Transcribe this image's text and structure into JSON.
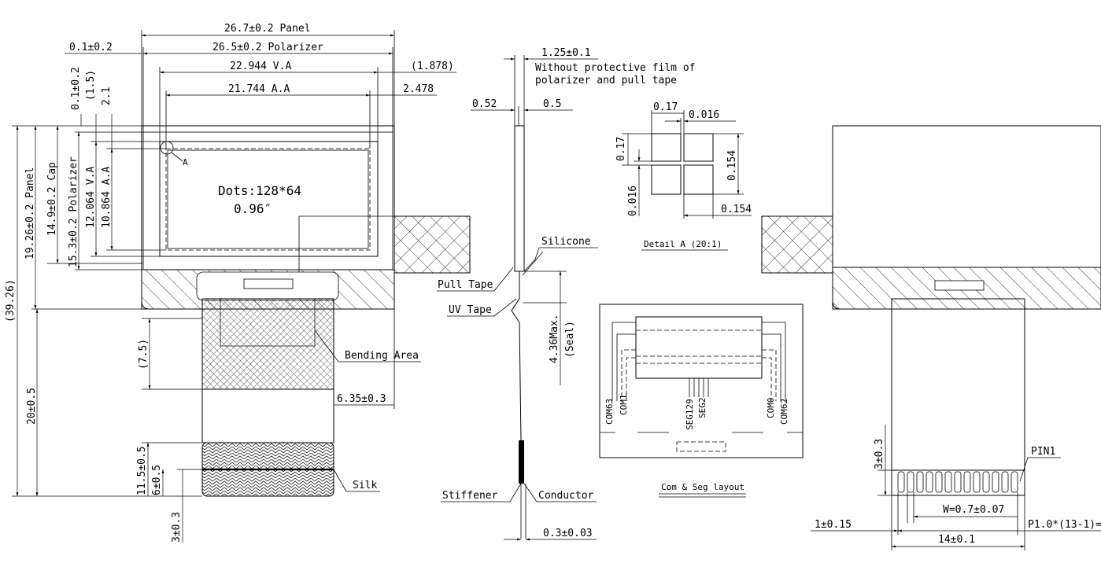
{
  "front_view": {
    "panel_width": "26.7±0.2 Panel",
    "polarizer_width": "26.5±0.2 Polarizer",
    "left_offset": "0.1±0.2",
    "va_width": "22.944 V.A",
    "va_right_offset": "(1.878)",
    "aa_width": "21.744 A.A",
    "aa_right_offset": "2.478",
    "top_offset": "0.1±0.2",
    "top_gap": "(1.5)",
    "top_aa_gap": "2.1",
    "panel_height": "19.26±0.2 Panel",
    "cap_height": "14.9±0.2 Cap",
    "polarizer_height": "15.3±0.2 Polarizer",
    "va_height": "12.064 V.A",
    "aa_height": "10.864 A.A",
    "total_height": "(39.26)",
    "fpc_length": "20±0.5",
    "bending_height": "(7.5)",
    "lower_length": "11.5±0.5",
    "stiff_length": "6±0.5",
    "bottom_offset": "3±0.3",
    "fpc_width": "6.35±0.3",
    "dots_label": "Dots:128*64",
    "size_label": "0.96″",
    "detail_marker": "A",
    "bending_area_label": "Bending Area",
    "silk_label": "Silk"
  },
  "side_view": {
    "thickness": "1.25±0.1",
    "note_line1": "Without protective film of",
    "note_line2": "polarizer and pull tape",
    "left_thickness": "0.52",
    "right_thickness": "0.5",
    "silicone_label": "Silicone",
    "pull_tape_label": "Pull Tape",
    "uv_tape_label": "UV Tape",
    "seal_dim": "4.36Max.",
    "seal_label": "(Seal)",
    "stiffener_label": "Stiffener",
    "conductor_label": "Conductor",
    "fpc_thickness": "0.3±0.03"
  },
  "detail_a": {
    "pitch_x": "0.17",
    "gap_x": "0.016",
    "pitch_y": "0.17",
    "size_y": "0.154",
    "gap_y": "0.016",
    "size_x": "0.154",
    "caption": "Detail A (20:1)"
  },
  "com_seg": {
    "com63": "COM63",
    "com1": "COM1",
    "seg129": "SEG129",
    "seg2": "SEG2",
    "com0": "COM0",
    "com62": "COM62",
    "caption": "Com & Seg layout"
  },
  "rear_view": {
    "finger_height": "3±0.3",
    "pin1_label": "PIN1",
    "pin_width": "W=0.7±0.07",
    "edge_offset": "1±0.15",
    "total_width": "14±0.1",
    "pitch_label": "P1.0*(13-1)="
  }
}
